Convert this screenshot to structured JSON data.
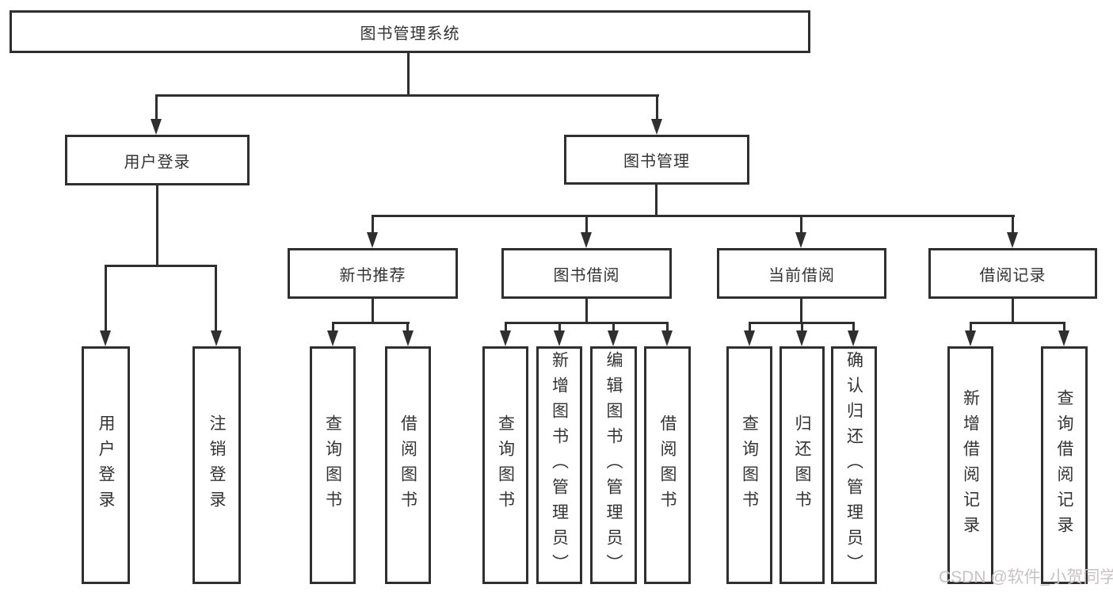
{
  "title": {
    "label": "图书管理系统"
  },
  "level2": {
    "user_login": {
      "label": "用户登录"
    },
    "book_mgmt": {
      "label": "图书管理"
    }
  },
  "level3": {
    "new_books": {
      "label": "新书推荐"
    },
    "borrow": {
      "label": "图书借阅"
    },
    "current": {
      "label": "当前借阅"
    },
    "records": {
      "label": "借阅记录"
    }
  },
  "leaves": {
    "user_login_1": "用户登录",
    "user_login_2": "注销登录",
    "new_books_1": "查询图书",
    "new_books_2": "借阅图书",
    "borrow_1": "查询图书",
    "borrow_2": "新增图书（管理员）",
    "borrow_3": "编辑图书（管理员）",
    "borrow_4": "借阅图书",
    "current_1": "查询图书",
    "current_2": "归还图书",
    "current_3": "确认归还（管理员）",
    "records_1": "新增借阅记录",
    "records_2": "查询借阅记录"
  },
  "watermark": {
    "text": "CSDN @软件_小贺同学"
  },
  "colors": {
    "line": "#2f2f2f",
    "text": "#333333",
    "watermark": "#c6c3c4",
    "background": "#ffffff"
  }
}
